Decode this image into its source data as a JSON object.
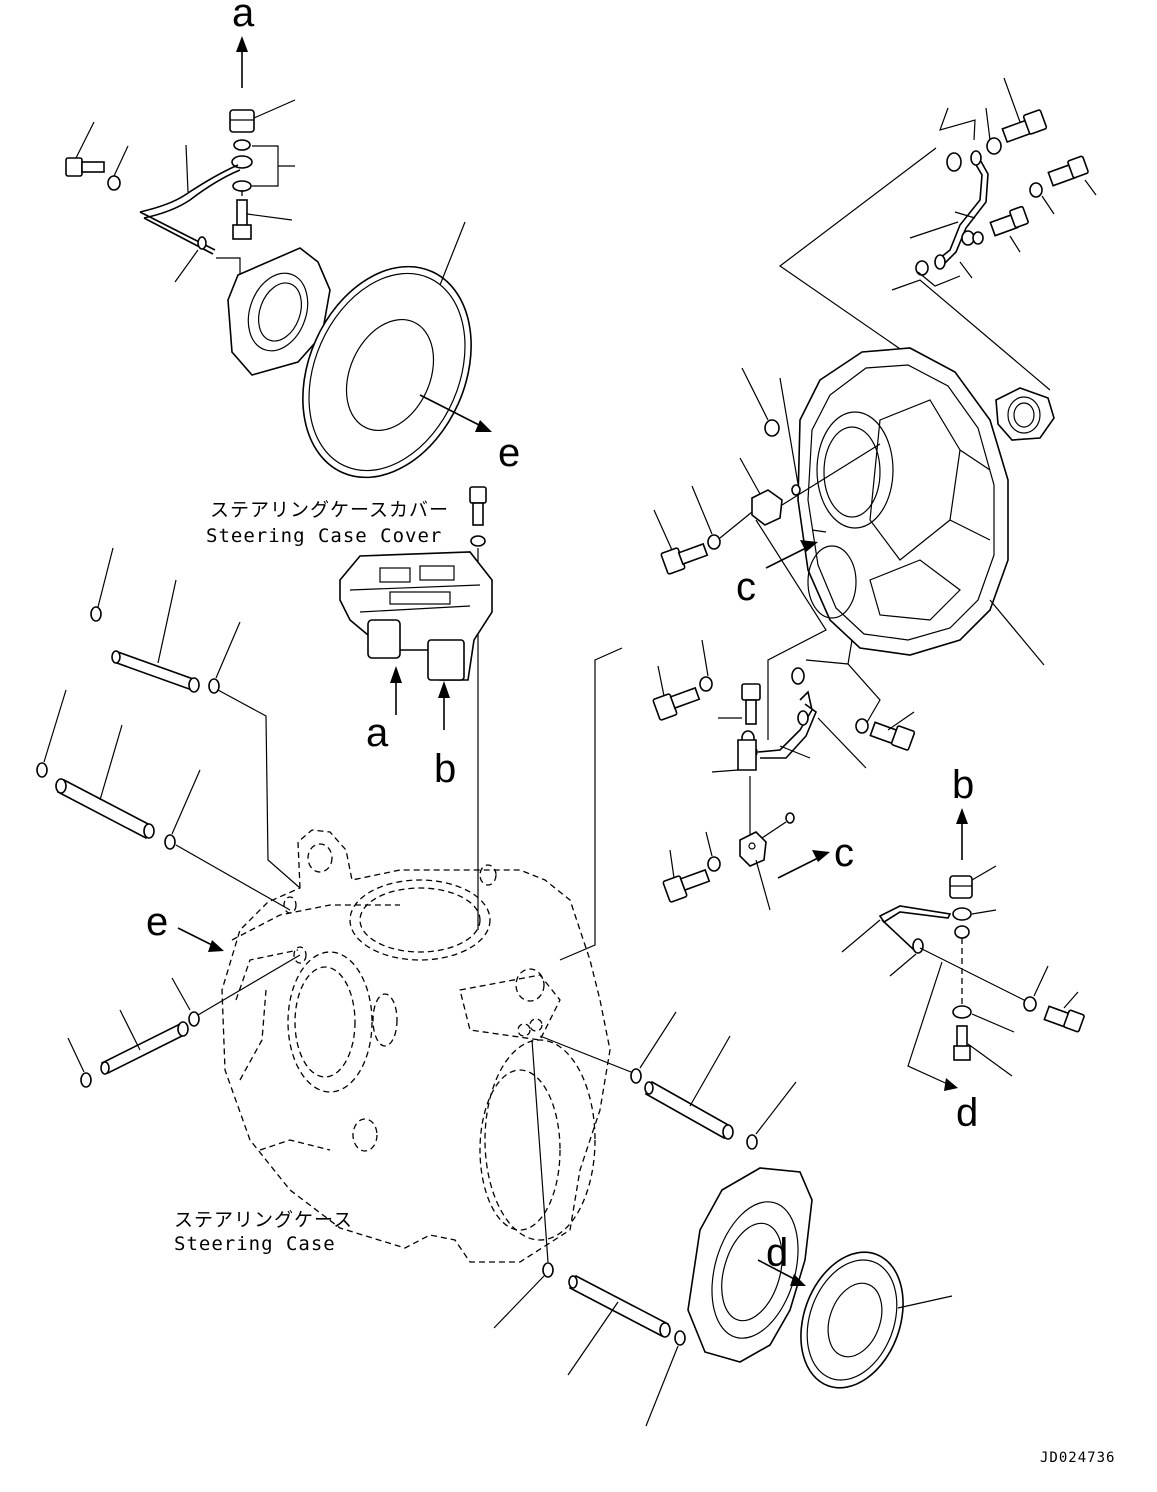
{
  "refs": {
    "a_top": "a",
    "a_valve": "a",
    "b_valve": "b",
    "b_right": "b",
    "c_upper": "c",
    "c_lower": "c",
    "d_right": "d",
    "d_lower": "d",
    "e_cover": "e",
    "e_case": "e"
  },
  "captions": {
    "cover_jp": "ステアリングケースカバー",
    "cover_en": "Steering Case Cover",
    "case_jp": "ステアリングケース",
    "case_en": "Steering Case"
  },
  "drawing_code": "JD024736"
}
